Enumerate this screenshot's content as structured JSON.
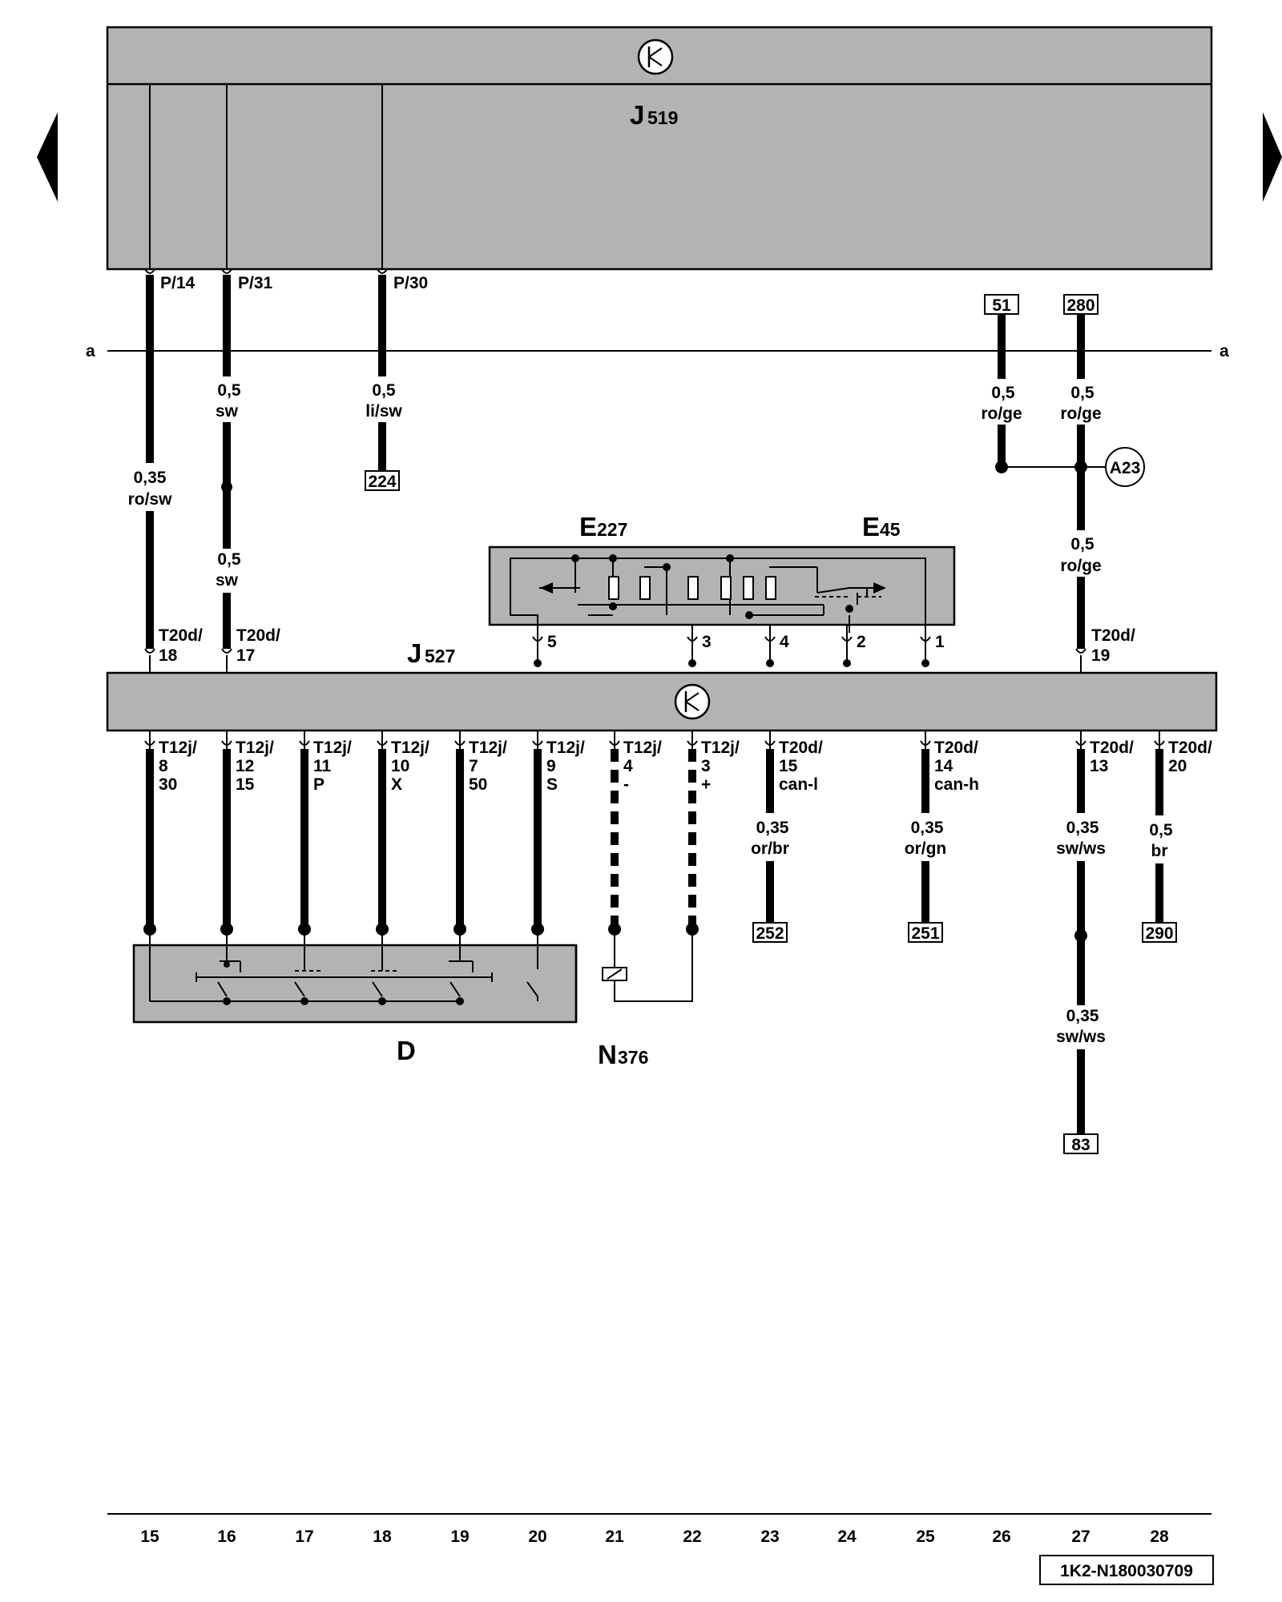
{
  "components": {
    "j519": {
      "name": "J",
      "sub": "519"
    },
    "j527": {
      "name": "J",
      "sub": "527"
    },
    "e227": {
      "name": "E",
      "sub": "227"
    },
    "e45": {
      "name": "E",
      "sub": "45"
    },
    "d": {
      "name": "D"
    },
    "n376": {
      "name": "N",
      "sub": "376"
    },
    "a23": "A23"
  },
  "line_a": {
    "left": "a",
    "right": "a"
  },
  "pins_j519": [
    {
      "label": "P/14"
    },
    {
      "label": "P/31"
    },
    {
      "label": "P/30"
    }
  ],
  "wires_upper": [
    {
      "size": "0,35",
      "color": "ro/sw"
    },
    {
      "size": "0,5",
      "color": "sw"
    },
    {
      "size": "0,5",
      "color": "sw"
    },
    {
      "size": "0,5",
      "color": "li/sw"
    },
    {
      "size": "0,5",
      "color": "ro/ge"
    },
    {
      "size": "0,5",
      "color": "ro/ge"
    },
    {
      "size": "0,5",
      "color": "ro/ge"
    }
  ],
  "j527_top_pins": [
    {
      "l1": "T20d/",
      "l2": "18"
    },
    {
      "l1": "T20d/",
      "l2": "17"
    },
    {
      "l1": "T20d/",
      "l2": "19"
    }
  ],
  "switch_pins": [
    "5",
    "3",
    "4",
    "2",
    "1"
  ],
  "j527_bottom_pins": [
    {
      "l1": "T12j/",
      "l2": "8",
      "l3": "30"
    },
    {
      "l1": "T12j/",
      "l2": "12",
      "l3": "15"
    },
    {
      "l1": "T12j/",
      "l2": "11",
      "l3": "P"
    },
    {
      "l1": "T12j/",
      "l2": "10",
      "l3": "X"
    },
    {
      "l1": "T12j/",
      "l2": "7",
      "l3": "50"
    },
    {
      "l1": "T12j/",
      "l2": "9",
      "l3": "S"
    },
    {
      "l1": "T12j/",
      "l2": "4",
      "l3": "-"
    },
    {
      "l1": "T12j/",
      "l2": "3",
      "l3": "+"
    },
    {
      "l1": "T20d/",
      "l2": "15",
      "l3": "can-l"
    },
    {
      "l1": "T20d/",
      "l2": "14",
      "l3": "can-h"
    },
    {
      "l1": "T20d/",
      "l2": "13",
      "l3": ""
    },
    {
      "l1": "T20d/",
      "l2": "20",
      "l3": ""
    }
  ],
  "wires_lower": [
    {
      "size": "0,35",
      "color": "or/br"
    },
    {
      "size": "0,35",
      "color": "or/gn"
    },
    {
      "size": "0,35",
      "color": "sw/ws"
    },
    {
      "size": "0,5",
      "color": "br"
    },
    {
      "size": "0,35",
      "color": "sw/ws"
    }
  ],
  "refs": [
    "224",
    "51",
    "280",
    "252",
    "251",
    "290",
    "83"
  ],
  "scale": [
    "15",
    "16",
    "17",
    "18",
    "19",
    "20",
    "21",
    "22",
    "23",
    "24",
    "25",
    "26",
    "27",
    "28"
  ],
  "doc_code": "1K2-N180030709"
}
